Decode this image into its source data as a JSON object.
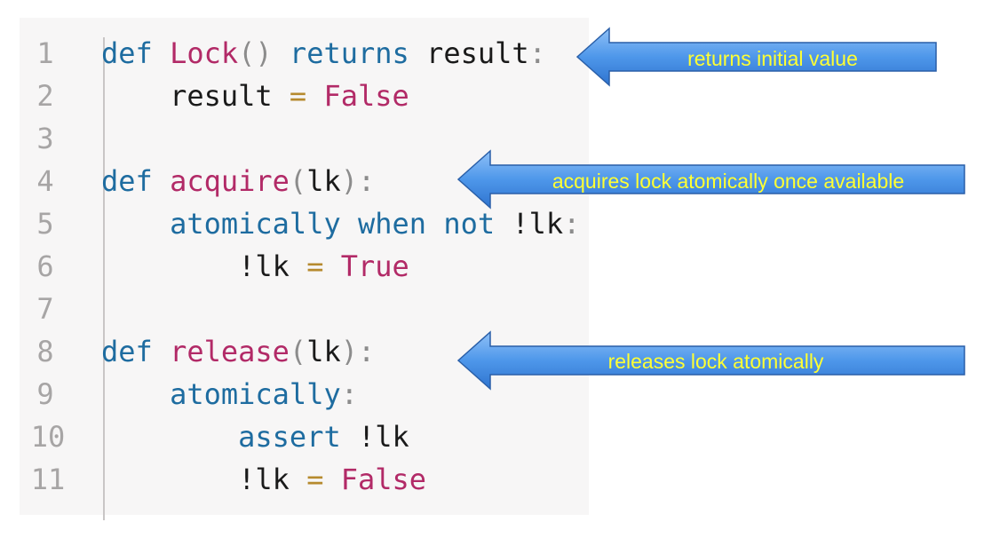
{
  "colors": {
    "keyword": "#1e6ca0",
    "function": "#b22a67",
    "operator": "#b68a2e",
    "line_number": "#a7a5a5",
    "arrow_fill": "#4e97ea",
    "arrow_text": "#ffff33"
  },
  "code_lines": [
    {
      "num": "1",
      "tokens": [
        {
          "t": "def ",
          "c": "kw"
        },
        {
          "t": "Lock",
          "c": "fn"
        },
        {
          "t": "() ",
          "c": "pn"
        },
        {
          "t": "returns ",
          "c": "kw"
        },
        {
          "t": "result",
          "c": "tx"
        },
        {
          "t": ":",
          "c": "pn"
        }
      ]
    },
    {
      "num": "2",
      "tokens": [
        {
          "t": "    result ",
          "c": "tx"
        },
        {
          "t": "=",
          "c": "op"
        },
        {
          "t": " ",
          "c": "tx"
        },
        {
          "t": "False",
          "c": "fn"
        }
      ]
    },
    {
      "num": "3",
      "tokens": []
    },
    {
      "num": "4",
      "tokens": [
        {
          "t": "def ",
          "c": "kw"
        },
        {
          "t": "acquire",
          "c": "fn"
        },
        {
          "t": "(",
          "c": "pn"
        },
        {
          "t": "lk",
          "c": "tx"
        },
        {
          "t": "):",
          "c": "pn"
        }
      ]
    },
    {
      "num": "5",
      "tokens": [
        {
          "t": "    atomically when not ",
          "c": "kw"
        },
        {
          "t": "!lk",
          "c": "tx"
        },
        {
          "t": ":",
          "c": "pn"
        }
      ]
    },
    {
      "num": "6",
      "tokens": [
        {
          "t": "        !lk ",
          "c": "tx"
        },
        {
          "t": "=",
          "c": "op"
        },
        {
          "t": " ",
          "c": "tx"
        },
        {
          "t": "True",
          "c": "fn"
        }
      ]
    },
    {
      "num": "7",
      "tokens": []
    },
    {
      "num": "8",
      "tokens": [
        {
          "t": "def ",
          "c": "kw"
        },
        {
          "t": "release",
          "c": "fn"
        },
        {
          "t": "(",
          "c": "pn"
        },
        {
          "t": "lk",
          "c": "tx"
        },
        {
          "t": "):",
          "c": "pn"
        }
      ]
    },
    {
      "num": "9",
      "tokens": [
        {
          "t": "    atomically",
          "c": "kw"
        },
        {
          "t": ":",
          "c": "pn"
        }
      ]
    },
    {
      "num": "10",
      "tokens": [
        {
          "t": "        assert ",
          "c": "kw"
        },
        {
          "t": "!lk",
          "c": "tx"
        }
      ]
    },
    {
      "num": "11",
      "tokens": [
        {
          "t": "        !lk ",
          "c": "tx"
        },
        {
          "t": "=",
          "c": "op"
        },
        {
          "t": " ",
          "c": "tx"
        },
        {
          "t": "False",
          "c": "fn"
        }
      ]
    }
  ],
  "annotations": {
    "lock": "returns initial value",
    "acquire": "acquires lock atomically once available",
    "release": "releases lock atomically"
  }
}
